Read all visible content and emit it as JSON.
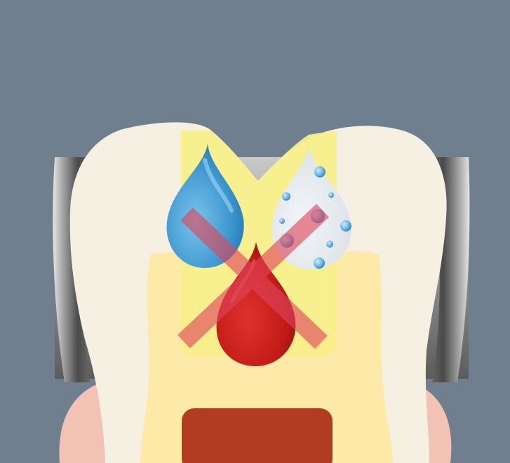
{
  "scene": {
    "description_tag": "dental-isolation-illustration",
    "colors": {
      "background": "#6f7f8e",
      "gingiva": "#f2c2b4",
      "enamel": "#f6f0e3",
      "dentin": "#fde9a8",
      "cavity_preparation": "#f8ef8a",
      "pulp": "#b23c22",
      "matrix_band": "#a7a7a7",
      "water_drop": "#3d97d0",
      "saliva_drop": "#dfe5ea",
      "saliva_bubbles": "#5aaee4",
      "blood_drop": "#c01a18",
      "cross_mark": "#e0455a"
    },
    "elements": [
      "matrix-band",
      "gingiva",
      "tooth-enamel",
      "tooth-dentin",
      "cavity-preparation",
      "pulp-chamber",
      "water-drop",
      "saliva-drop",
      "blood-drop",
      "prohibition-cross"
    ]
  }
}
